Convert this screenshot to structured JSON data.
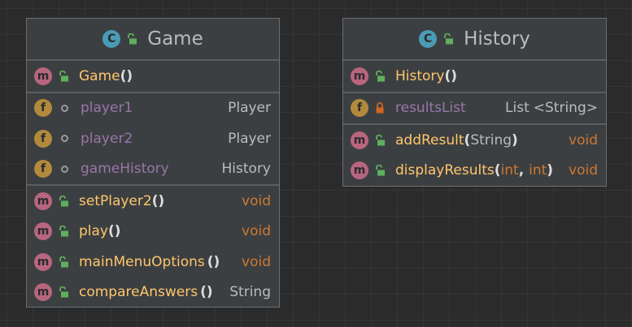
{
  "classes": {
    "game": {
      "name": "Game",
      "kind_icon": "C",
      "constructor": {
        "name": "Game",
        "parens": "()"
      },
      "fields": [
        {
          "name": "player1",
          "type": "Player"
        },
        {
          "name": "player2",
          "type": "Player"
        },
        {
          "name": "gameHistory",
          "type": "History"
        }
      ],
      "methods": [
        {
          "name": "setPlayer2",
          "parens": "()",
          "type": "void"
        },
        {
          "name": "play",
          "parens": "()",
          "type": "void"
        },
        {
          "name": "mainMenuOptions",
          "parens": "()",
          "type": "void"
        },
        {
          "name": "compareAnswers",
          "parens": "()",
          "type": "String"
        }
      ]
    },
    "history": {
      "name": "History",
      "kind_icon": "C",
      "constructor": {
        "name": "History",
        "parens": "()"
      },
      "fields": [
        {
          "name": "resultsList",
          "type_base": "List",
          "type_generic": "<String>"
        }
      ],
      "methods": [
        {
          "name": "addResult",
          "open": "(",
          "param": "String",
          "close": ")",
          "type": "void"
        },
        {
          "name": "displayResults",
          "open": "(",
          "param1": "int",
          "sep": ", ",
          "param2": "int",
          "close": ")",
          "type": "void"
        }
      ]
    }
  },
  "icons": {
    "method": "m",
    "field": "f"
  },
  "colors": {
    "background": "#2b2b2b",
    "class_box": "#3c3f41",
    "method_name": "#ffc66d",
    "field_name": "#9876aa",
    "keyword_type": "#cc7832",
    "class_icon": "#4a9bb5",
    "method_icon": "#b8657f",
    "field_icon": "#b18a3c",
    "public_lock": "#5eb05e",
    "private_lock": "#d1651f"
  }
}
